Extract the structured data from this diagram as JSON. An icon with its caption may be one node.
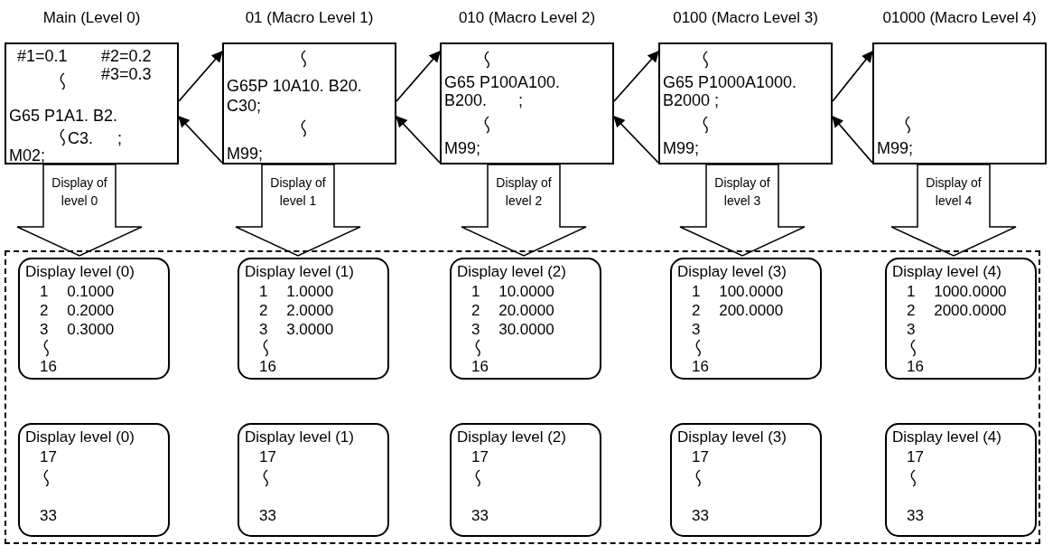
{
  "diagram": {
    "nodes": [
      {
        "text": [
          "Main (Level 0)",
          "#1=0.1",
          "#2=0.2",
          "#3=0.3",
          "G65 P1A1. B2.",
          "C3. ;",
          "M02;"
        ]
      },
      {
        "text": [
          "01 (Macro Level 1)",
          "G65P 10A10. B20.",
          "C30;",
          "M99;"
        ]
      },
      {
        "text": [
          "010 (Macro Level 2)",
          "G65 P100A100.",
          "B200. ;",
          "M99;"
        ]
      },
      {
        "text": [
          "0100 (Macro Level 3)",
          "G65 P1000A1000.",
          "B2000 ;",
          "M99;"
        ]
      },
      {
        "text": [
          "01000 (Macro Level 4)",
          "M99;"
        ]
      },
      {
        "text": [],
        "shape": "box"
      },
      {
        "text": [
          "Display level (0)",
          "1 0.1000",
          "2 0.2000",
          "3 0.3000",
          "16"
        ],
        "in": 5
      },
      {
        "text": [
          "Display level (1)",
          "1 1.0000",
          "2 2.0000",
          "3 3.0000",
          "16"
        ],
        "in": 5
      },
      {
        "text": [
          "Display level (2)",
          "1 10.0000",
          "2 20.0000",
          "3 30.0000",
          "16"
        ],
        "in": 5
      },
      {
        "text": [
          "Display level (3)",
          "1 100.0000",
          "2 200.0000",
          "3",
          "16"
        ],
        "in": 5
      },
      {
        "text": [
          "Display level (4)",
          "1 1000.0000",
          "2 2000.0000",
          "3",
          "16"
        ],
        "in": 5
      },
      {
        "text": [
          "Display level (0)",
          "17",
          "33"
        ],
        "in": 5
      },
      {
        "text": [
          "Display level (1)",
          "17",
          "33"
        ],
        "in": 5
      },
      {
        "text": [
          "Display level (2)",
          "17",
          "33"
        ],
        "in": 5
      },
      {
        "text": [
          "Display level (3)",
          "17",
          "33"
        ],
        "in": 5
      },
      {
        "text": [
          "Display level (4)",
          "17",
          "33"
        ],
        "in": 5
      }
    ],
    "edges": [
      {
        "from": 0,
        "to": 1,
        "arrow": "to"
      },
      {
        "from": 1,
        "to": 0,
        "arrow": "to"
      },
      {
        "from": 1,
        "to": 2,
        "arrow": "to"
      },
      {
        "from": 2,
        "to": 1,
        "arrow": "to"
      },
      {
        "from": 2,
        "to": 3,
        "arrow": "to"
      },
      {
        "from": 3,
        "to": 2,
        "arrow": "to"
      },
      {
        "from": 3,
        "to": 4,
        "arrow": "to"
      },
      {
        "from": 4,
        "to": 3,
        "arrow": "to"
      },
      {
        "from": 0,
        "to": 6,
        "arrow": "to",
        "label": "Display of level 0"
      },
      {
        "from": 1,
        "to": 7,
        "arrow": "to",
        "label": "Display of level 1"
      },
      {
        "from": 2,
        "to": 8,
        "arrow": "to",
        "label": "Display of level 2"
      },
      {
        "from": 3,
        "to": 9,
        "arrow": "to",
        "label": "Display of level 3"
      },
      {
        "from": 4,
        "to": 10,
        "arrow": "to",
        "label": "Display of level 4"
      }
    ]
  }
}
